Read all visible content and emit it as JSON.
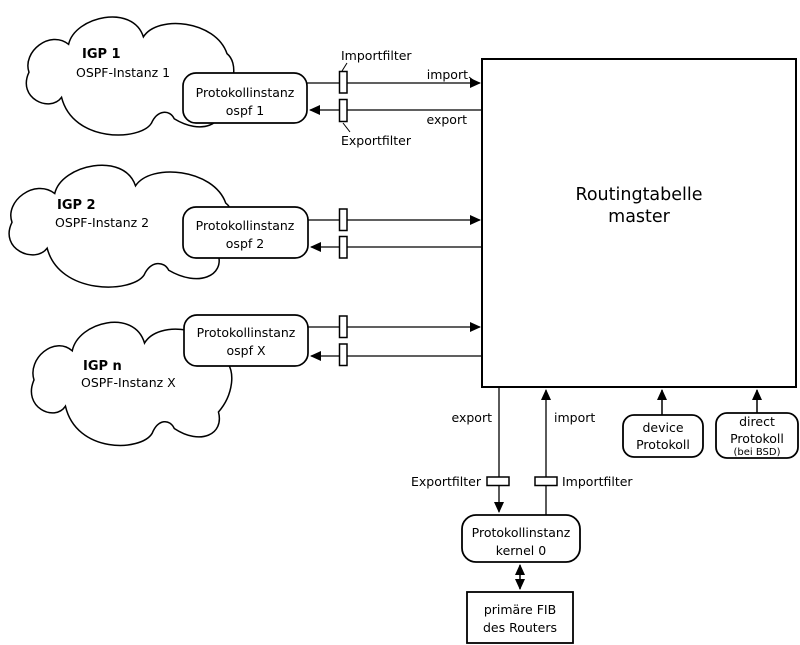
{
  "figure": {
    "clouds": [
      {
        "name": "IGP 1",
        "instance": "OSPF-Instanz 1"
      },
      {
        "name": "IGP 2",
        "instance": "OSPF-Instanz 2"
      },
      {
        "name": "IGP n",
        "instance": "OSPF-Instanz X"
      }
    ],
    "protocol_instances": [
      {
        "title": "Protokollinstanz",
        "subtitle": "ospf 1"
      },
      {
        "title": "Protokollinstanz",
        "subtitle": "ospf 2"
      },
      {
        "title": "Protokollinstanz",
        "subtitle": "ospf X"
      }
    ],
    "routing_table": {
      "title": "Routingtabelle",
      "subtitle": "master"
    },
    "top_labels": {
      "importfilter": "Importfilter",
      "exportfilter": "Exportfilter",
      "import": "import",
      "export": "export"
    },
    "bottom_labels": {
      "export": "export",
      "import": "import",
      "exportfilter": "Exportfilter",
      "importfilter": "Importfilter"
    },
    "device_protocol": {
      "title": "device",
      "subtitle": "Protokoll"
    },
    "direct_protocol": {
      "title": "direct",
      "subtitle": "Protokoll",
      "note": "(bei BSD)"
    },
    "kernel_instance": {
      "title": "Protokollinstanz",
      "subtitle": "kernel 0"
    },
    "fib": {
      "title": "primäre FIB",
      "subtitle": "des Routers"
    }
  },
  "colors": {
    "stroke": "#000000",
    "fill": "#ffffff",
    "background": "#ffffff"
  }
}
